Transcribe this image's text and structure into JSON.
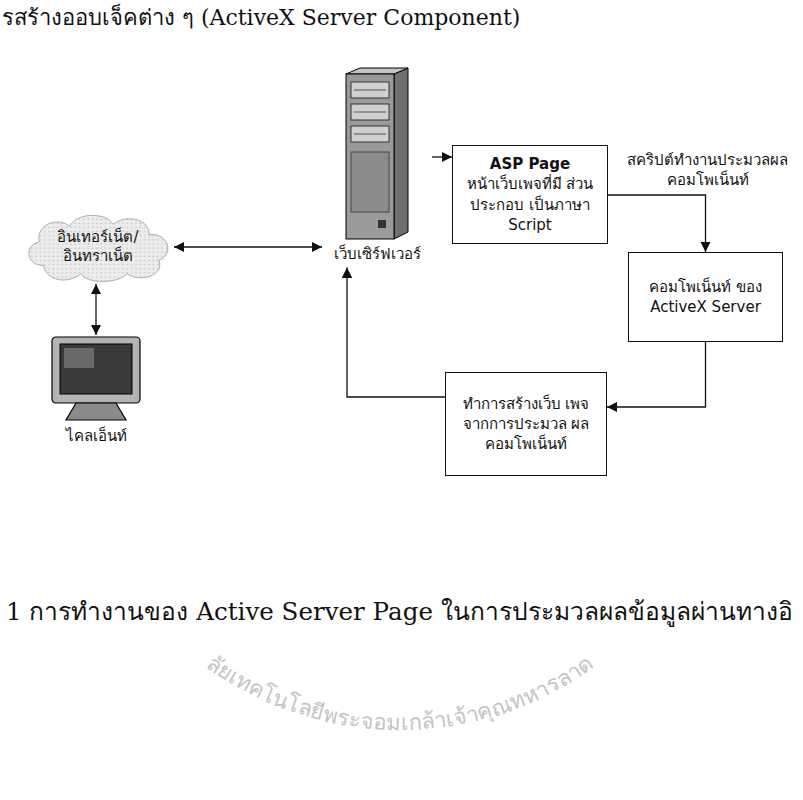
{
  "diagram": {
    "title": "รสร้างออบเจ็คต่าง ๆ (ActiveX Server Component)",
    "caption": "1 การทำงานของ Active Server Page ในการประมวลผลข้อมูลผ่านทางอิ",
    "nodes": [
      {
        "text": [
          "อินเทอร์เน็ต/ อินทราเน็ต"
        ]
      },
      {
        "text": [
          "เว็บเซิร์ฟเวอร์"
        ]
      },
      {
        "text": [
          "ASP Page",
          "หน้าเว็บเพจที่มี ส่วนประกอบ เป็นภาษา Script"
        ]
      },
      {
        "text": [
          "คอมโพเน็นท์ ของ ActiveX Server"
        ]
      },
      {
        "text": [
          "ไคลเอ็นท์"
        ]
      },
      {
        "text": [
          "ทำการสร้างเว็บ เพจจากการประมวล ผลคอมโพเน็นท์"
        ]
      }
    ],
    "edges": [
      {
        "from": 0,
        "to": 1,
        "arrow": "both"
      },
      {
        "from": 4,
        "to": 0,
        "arrow": "both"
      },
      {
        "from": 1,
        "to": 2,
        "arrow": "to"
      },
      {
        "from": 2,
        "to": 3,
        "label": "สคริปต์ทำงานประมวลผล คอมโพเน็นท์",
        "arrow": "to"
      },
      {
        "from": 3,
        "to": 5,
        "arrow": "to"
      },
      {
        "from": 5,
        "to": 1,
        "arrow": "to"
      }
    ],
    "labels": [
      "ลัยเทคโนโลยีพระจอมเกล้าเจ้าคุณทหารลาด"
    ]
  }
}
